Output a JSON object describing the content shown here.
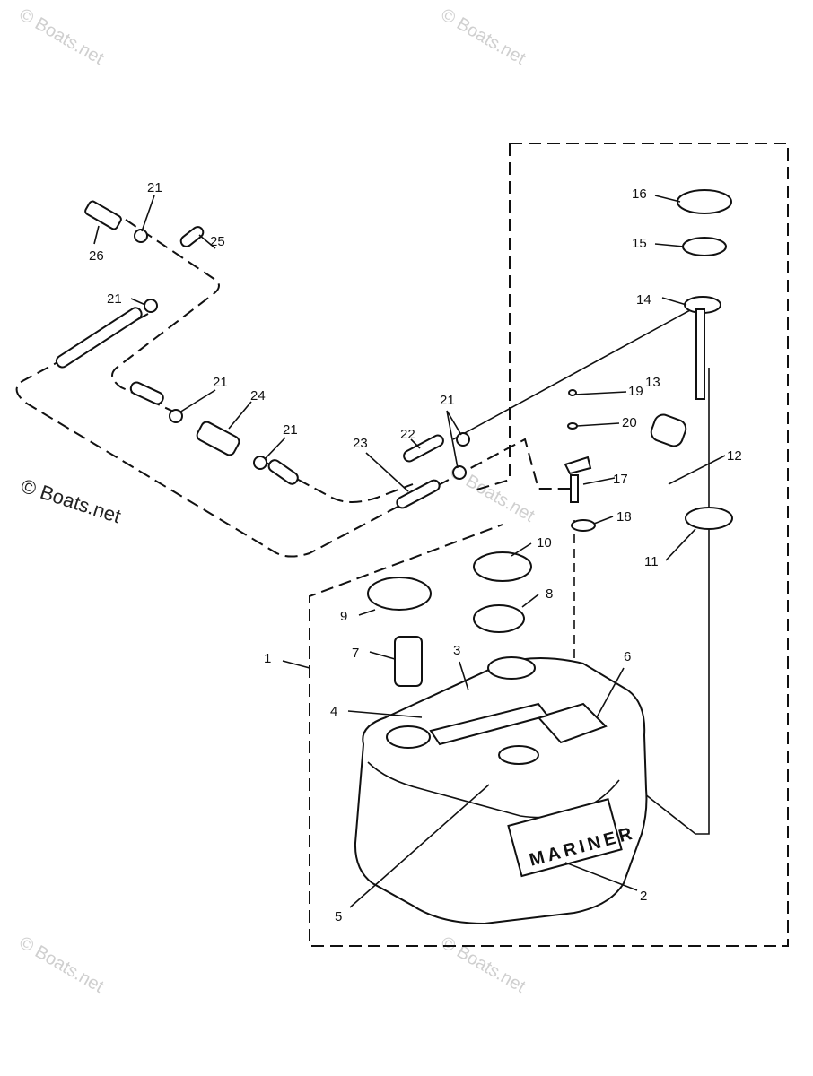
{
  "watermarks": [
    "© Boats.net",
    "© Boats.net",
    "© Boats.net",
    "© Boats.net",
    "© Boats.net",
    "© Boats.net"
  ],
  "brand_text": "MARINER",
  "callouts": {
    "c16": "16",
    "c15": "15",
    "c14": "14",
    "c13": "13",
    "c19": "19",
    "c20": "20",
    "c21a": "21",
    "c22": "22",
    "c23": "23",
    "c17": "17",
    "c18": "18",
    "c12": "12",
    "c11": "11",
    "c10": "10",
    "c8": "8",
    "c9": "9",
    "c7": "7",
    "c3": "3",
    "c6": "6",
    "c1": "1",
    "c4": "4",
    "c5": "5",
    "c2": "2",
    "c21b": "21",
    "c25": "25",
    "c26": "26",
    "c21c": "21",
    "c21d": "21",
    "c24": "24",
    "c21e": "21"
  }
}
